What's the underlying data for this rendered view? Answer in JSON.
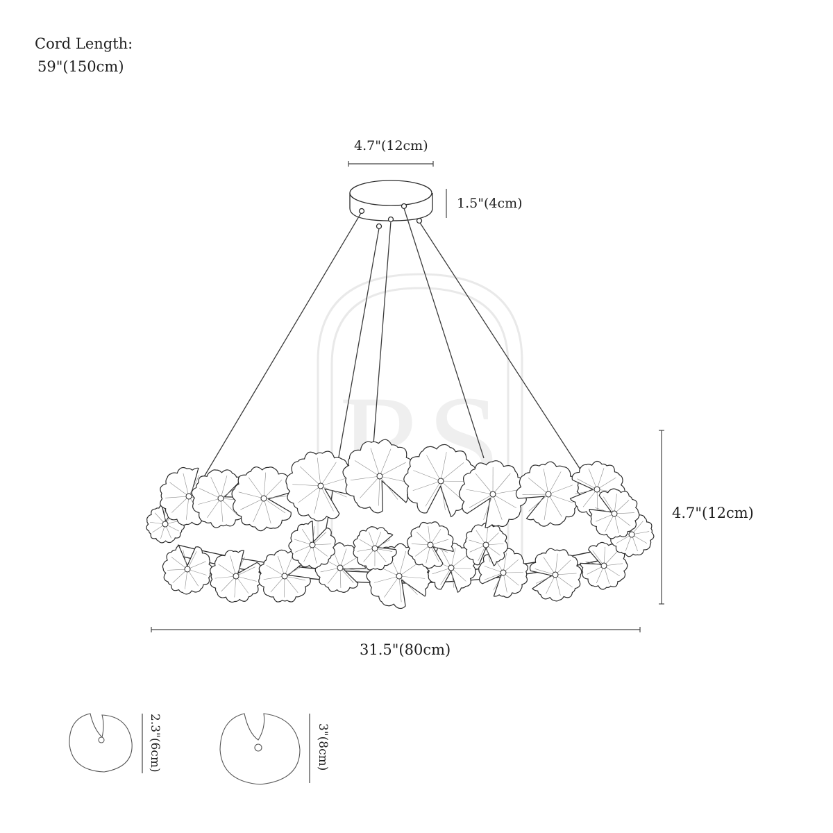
{
  "cord": {
    "title": "Cord Length:",
    "value": "59\"(150cm)"
  },
  "dimensions": {
    "canopy_width": "4.7\"(12cm)",
    "canopy_height": "1.5\"(4cm)",
    "ring_height": "4.7\"(12cm)",
    "ring_width": "31.5\"(80cm)"
  },
  "leaves": {
    "small_size": "2.3\"(6cm)",
    "large_size": "3\"(8cm)"
  },
  "colors": {
    "line": "#2a2a2a",
    "dimension_line": "#444444",
    "watermark": "#e9e9e9"
  }
}
